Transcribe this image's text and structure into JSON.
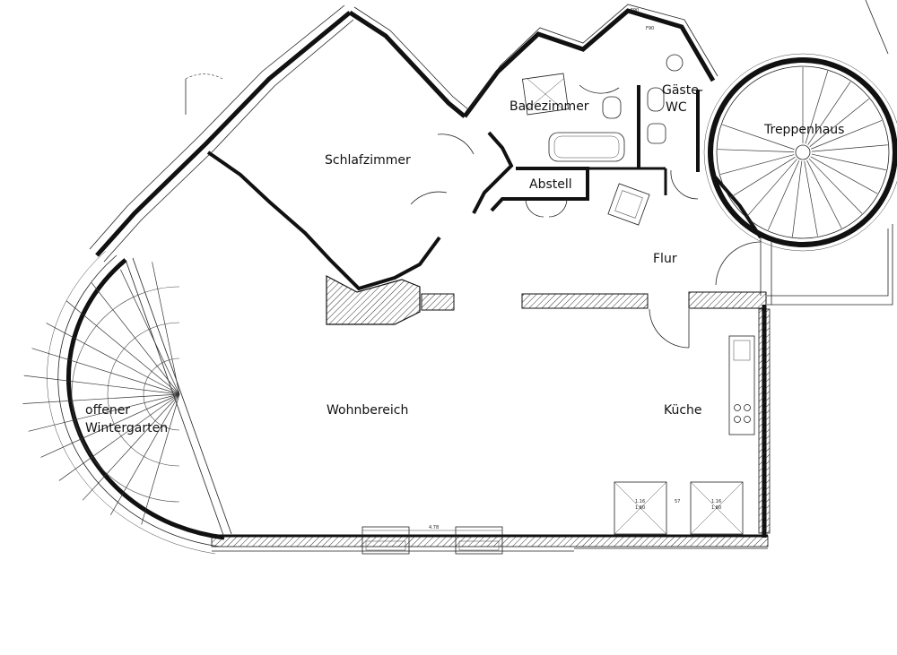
{
  "plan": {
    "rooms": [
      {
        "id": "schlafzimmer",
        "label": "Schlafzimmer"
      },
      {
        "id": "badezimmer",
        "label": "Badezimmer"
      },
      {
        "id": "gaeste",
        "label": "Gäste-"
      },
      {
        "id": "wc",
        "label": "WC"
      },
      {
        "id": "treppenhaus",
        "label": "Treppenhaus"
      },
      {
        "id": "abstell",
        "label": "Abstell"
      },
      {
        "id": "flur",
        "label": "Flur"
      },
      {
        "id": "wohnbereich",
        "label": "Wohnbereich"
      },
      {
        "id": "kueche",
        "label": "Küche"
      },
      {
        "id": "offener",
        "label": "offener"
      },
      {
        "id": "wintergarten",
        "label": "Wintergarten"
      }
    ],
    "annotations": {
      "f90_a": "F90",
      "f90_b": "F90",
      "dim_478": "4.78",
      "dim_116a": "1.16",
      "dim_160a": "1.60",
      "dim_116b": "1.16",
      "dim_160b": "1.60",
      "dim_57": "57"
    },
    "colors": {
      "line": "#111111",
      "hatch": "#333333",
      "background": "#ffffff"
    }
  }
}
